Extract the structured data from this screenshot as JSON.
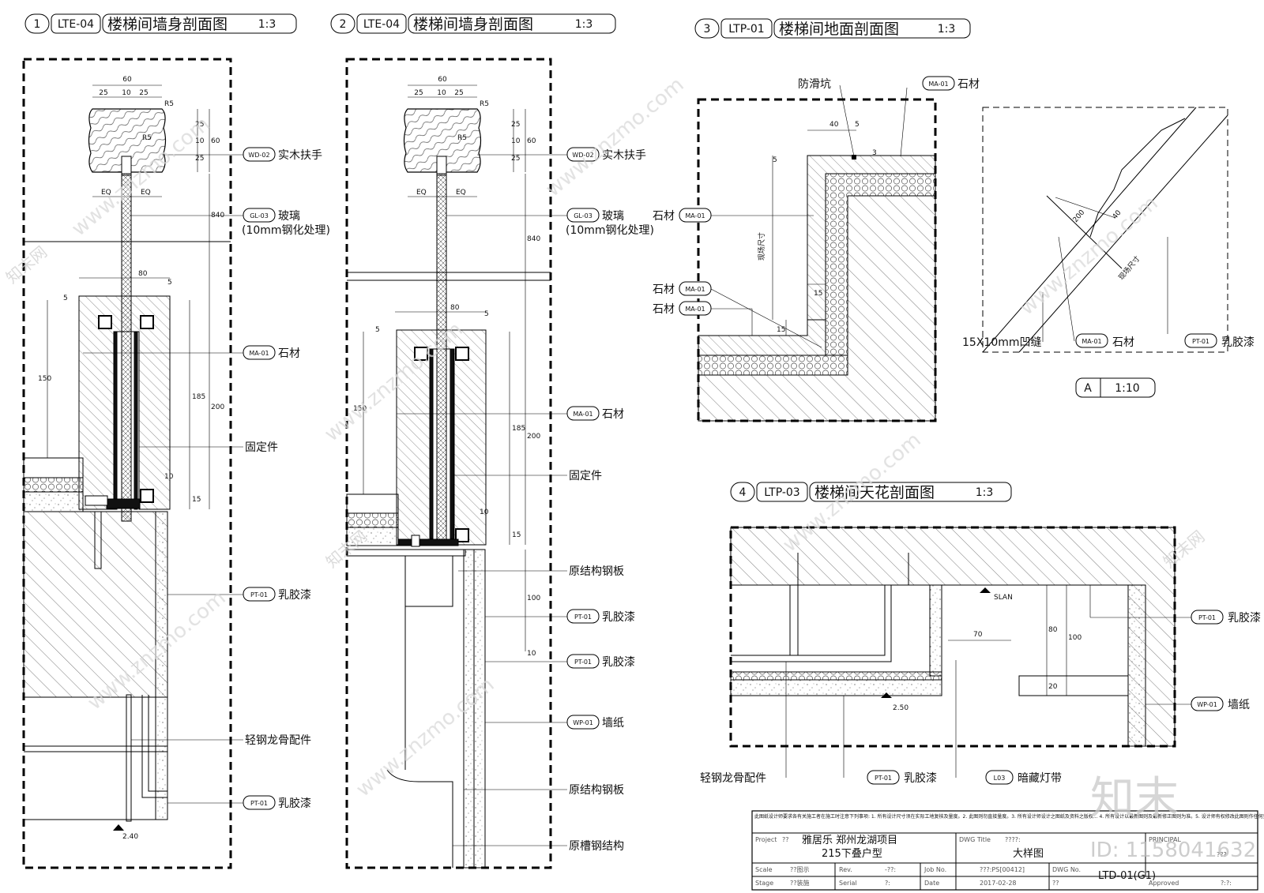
{
  "sections": [
    {
      "num": "1",
      "code": "LTE-04",
      "title": "楼梯间墙身剖面图",
      "scale": "1:3"
    },
    {
      "num": "2",
      "code": "LTE-04",
      "title": "楼梯间墙身剖面图",
      "scale": "1:3"
    },
    {
      "num": "3",
      "code": "LTP-01",
      "title": "楼梯间地面剖面图",
      "scale": "1:3"
    },
    {
      "num": "4",
      "code": "LTP-03",
      "title": "楼梯间天花剖面图",
      "scale": "1:3"
    }
  ],
  "detail_a": {
    "letter": "A",
    "scale": "1:10"
  },
  "s1": {
    "dims_top": [
      "60",
      "25",
      "10",
      "25",
      "R5"
    ],
    "dims_side": [
      "25",
      "10",
      "25",
      "60",
      "840",
      "R5",
      "EQ",
      "EQ"
    ],
    "dims_mid": [
      "80",
      "5",
      "5",
      "150",
      "185",
      "200",
      "10",
      "15"
    ],
    "level": "2.40",
    "callouts": [
      {
        "tag": "WD-02",
        "text": "实木扶手"
      },
      {
        "tag": "GL-03",
        "text": "玻璃",
        "sub": "(10mm钢化处理)"
      },
      {
        "tag": "MA-01",
        "text": "石材"
      },
      {
        "tag": "",
        "text": "固定件"
      },
      {
        "tag": "PT-01",
        "text": "乳胶漆"
      },
      {
        "tag": "",
        "text": "轻钢龙骨配件"
      },
      {
        "tag": "PT-01",
        "text": "乳胶漆"
      }
    ]
  },
  "s2": {
    "dims_top": [
      "60",
      "25",
      "10",
      "25",
      "R5"
    ],
    "dims_side": [
      "25",
      "10",
      "25",
      "60",
      "840",
      "R5",
      "EQ",
      "EQ"
    ],
    "dims_mid": [
      "80",
      "5",
      "5",
      "150",
      "185",
      "200",
      "10",
      "15",
      "100",
      "10"
    ],
    "callouts": [
      {
        "tag": "WD-02",
        "text": "实木扶手"
      },
      {
        "tag": "GL-03",
        "text": "玻璃",
        "sub": "(10mm钢化处理)"
      },
      {
        "tag": "MA-01",
        "text": "石材"
      },
      {
        "tag": "",
        "text": "固定件"
      },
      {
        "tag": "",
        "text": "原结构钢板"
      },
      {
        "tag": "PT-01",
        "text": "乳胶漆"
      },
      {
        "tag": "PT-01",
        "text": "乳胶漆"
      },
      {
        "tag": "WP-01",
        "text": "墙纸"
      },
      {
        "tag": "",
        "text": "原结构钢板"
      },
      {
        "tag": "",
        "text": "原槽钢结构"
      }
    ]
  },
  "s3": {
    "dims": [
      "40",
      "5",
      "3",
      "5",
      "15",
      "15",
      "现场尺寸"
    ],
    "callouts": [
      {
        "tag": "",
        "text": "防滑坑"
      },
      {
        "tag": "MA-01",
        "text": "石材"
      },
      {
        "tag": "MA-01",
        "text": "石材"
      },
      {
        "tag": "MA-01",
        "text": "石材"
      },
      {
        "tag": "MA-01",
        "text": "石材"
      }
    ]
  },
  "sa": {
    "dims": [
      "200",
      "40",
      "现场尺寸"
    ],
    "callouts": [
      {
        "tag": "",
        "text": "15X10mm凹缝"
      },
      {
        "tag": "MA-01",
        "text": "石材"
      },
      {
        "tag": "PT-01",
        "text": "乳胶漆"
      }
    ]
  },
  "s4": {
    "slan": "SLAN",
    "level": "2.50",
    "dims": [
      "70",
      "80",
      "100",
      "20"
    ],
    "callouts": [
      {
        "tag": "PT-01",
        "text": "乳胶漆"
      },
      {
        "tag": "WP-01",
        "text": "墙纸"
      },
      {
        "tag": "",
        "text": "轻钢龙骨配件"
      },
      {
        "tag": "PT-01",
        "text": "乳胶漆"
      },
      {
        "tag": "L03",
        "text": "暗藏灯带"
      }
    ]
  },
  "titleblock": {
    "note": "此图纸设计师要求各有关施工者在施工时注意下列事项: 1. 所有设计尺寸须在实际工地复核及量度。2. 此图则勿直接量度。3. 所有设计师设计之图纸及资料之版权... 4. 所有设计以最新图则及最新修正图则为准。5. 设计师有权修改此图则作任何更改。",
    "project_label": "Project",
    "project_value": "??",
    "project_name": "雅居乐 郑州龙湖项目",
    "project_sub": "215下叠户型",
    "dwg_title_label": "DWG Title",
    "dwg_title_value": "????:",
    "dwg_title": "大样图",
    "principal_label": "PRINCIPAL",
    "principal_value": "???",
    "scale_label": "Scale",
    "scale_value": "??图示",
    "rev_label": "Rev.",
    "rev_value": "-??:",
    "job_label": "Job No.",
    "job_value": "???:PS[00412]",
    "dwg_no_label": "DWG No.",
    "dwg_no": "LTD-01(G1)",
    "stage_label": "Stage",
    "stage_value": "??装施",
    "serial_label": "Serial",
    "serial_value": "?:",
    "date_label": "Date",
    "date_value": "2017-02-28",
    "date_extra": "??",
    "approved_label": "Approved",
    "approved_value": "?:?:"
  },
  "watermarks": {
    "site": "www.znzmo.com",
    "brand": "知末网",
    "logo": "知末",
    "id": "ID: 1158041632"
  }
}
